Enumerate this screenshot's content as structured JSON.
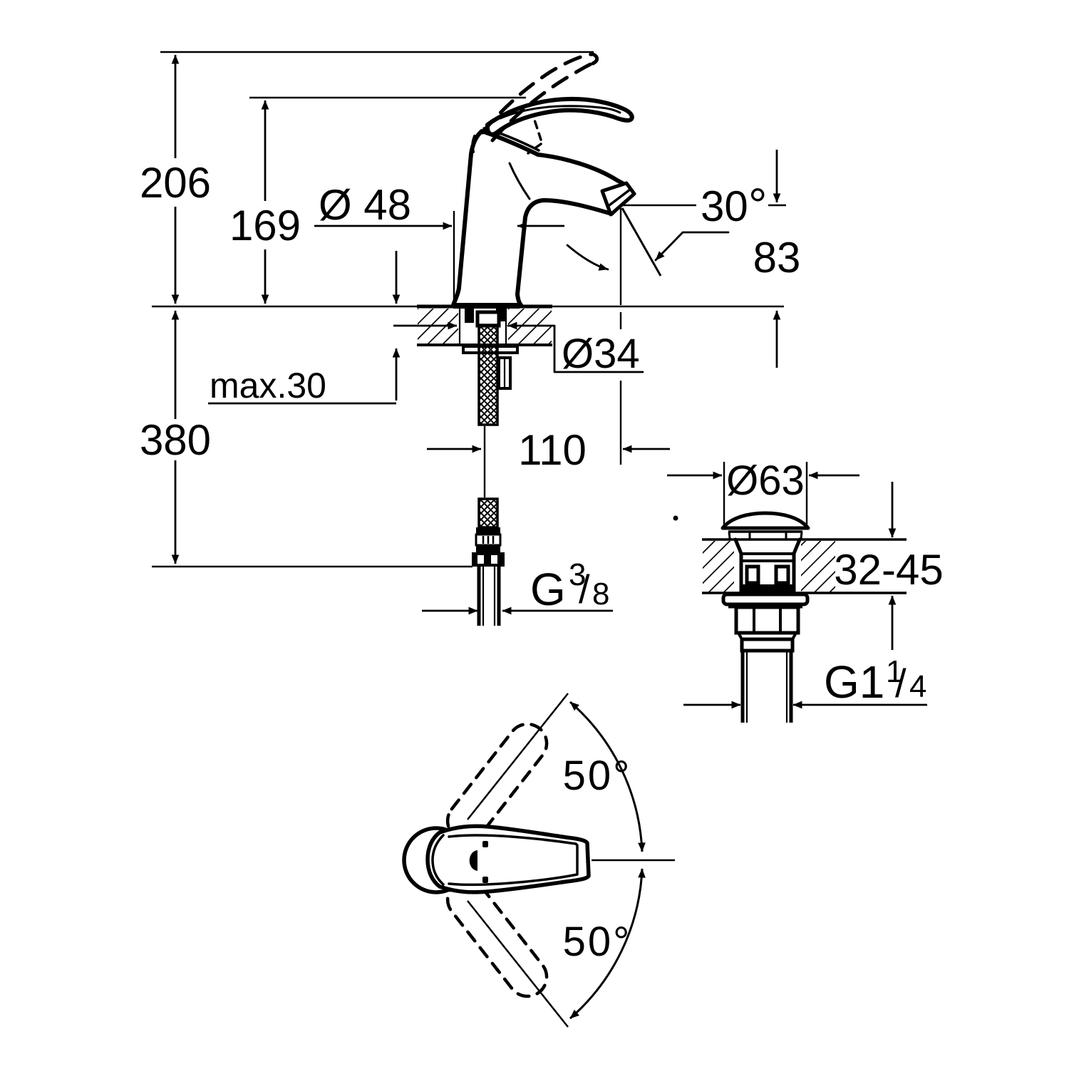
{
  "drawing": {
    "kind": "faucet installation dimension drawing",
    "colors": {
      "ink": "#000000",
      "paper": "#ffffff"
    },
    "dims": {
      "total_height": "206",
      "spout_top_height": "169",
      "body_diameter": "Ø 48",
      "stream_angle": "30",
      "degree_sign": "°",
      "outlet_height": "83",
      "max_deck_thickness": "max.30",
      "hole_diameter": "Ø34",
      "below_deck_length": "380",
      "spout_reach": "110",
      "waste_cap_diameter": "Ø63",
      "waste_deck_thickness": "32-45",
      "supply_thread": {
        "g": "G",
        "num": "3",
        "slash": "/",
        "den": "8"
      },
      "waste_thread": {
        "g": "G1",
        "num": "1",
        "slash": "/",
        "den": "4"
      },
      "swivel_up": "50°",
      "swivel_down": "50°"
    }
  }
}
